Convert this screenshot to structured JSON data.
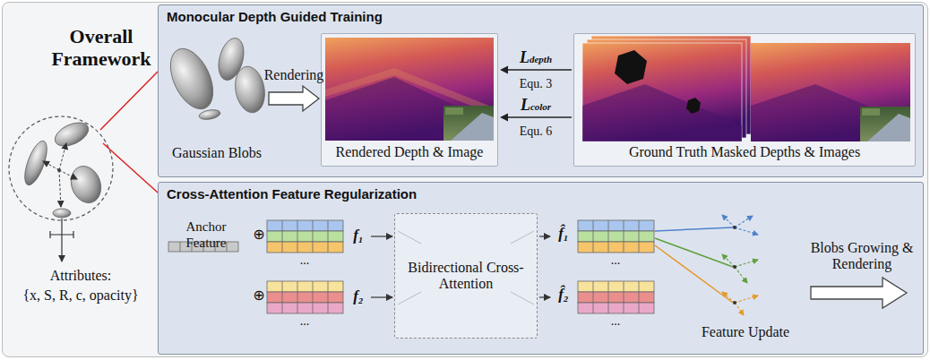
{
  "diagram": {
    "nodes": [
      {
        "text": [
          "Overall Framework"
        ]
      },
      {
        "text": [
          "Monocular Depth Guided Training"
        ],
        "in": 0
      },
      {
        "text": [
          "Gaussian Blobs"
        ],
        "in": 1
      },
      {
        "text": [
          "Rendered Depth & Image"
        ],
        "in": 1
      },
      {
        "text": [
          "Ground Truth Masked Depths & Images"
        ],
        "in": 1
      },
      {
        "text": [
          "Cross-Attention Feature Regularization"
        ],
        "in": 0
      },
      {
        "text": [
          "Anchor Feature"
        ],
        "in": 5
      },
      {
        "text": [
          "Bidirectional Cross-Attention"
        ],
        "in": 5
      }
    ],
    "edges": [
      {
        "from": 2,
        "to": 3,
        "label": "Rendering",
        "arrow": "to"
      },
      {
        "from": 4,
        "to": 3,
        "label": "Ldepth",
        "arrow": "to"
      },
      {
        "from": 4,
        "to": 3,
        "label": "Lcolor",
        "arrow": "to"
      }
    ],
    "labels": [
      "Attributes:",
      "{x, S, R, c, opacity}",
      "Equ. 3",
      "Equ. 6",
      "⊕",
      "⊕",
      "f₁",
      "f₂",
      "...",
      "...",
      "f̂₁",
      "f̂₂",
      "...",
      "...",
      "Feature Update",
      "Blobs Growing & Rendering"
    ]
  }
}
